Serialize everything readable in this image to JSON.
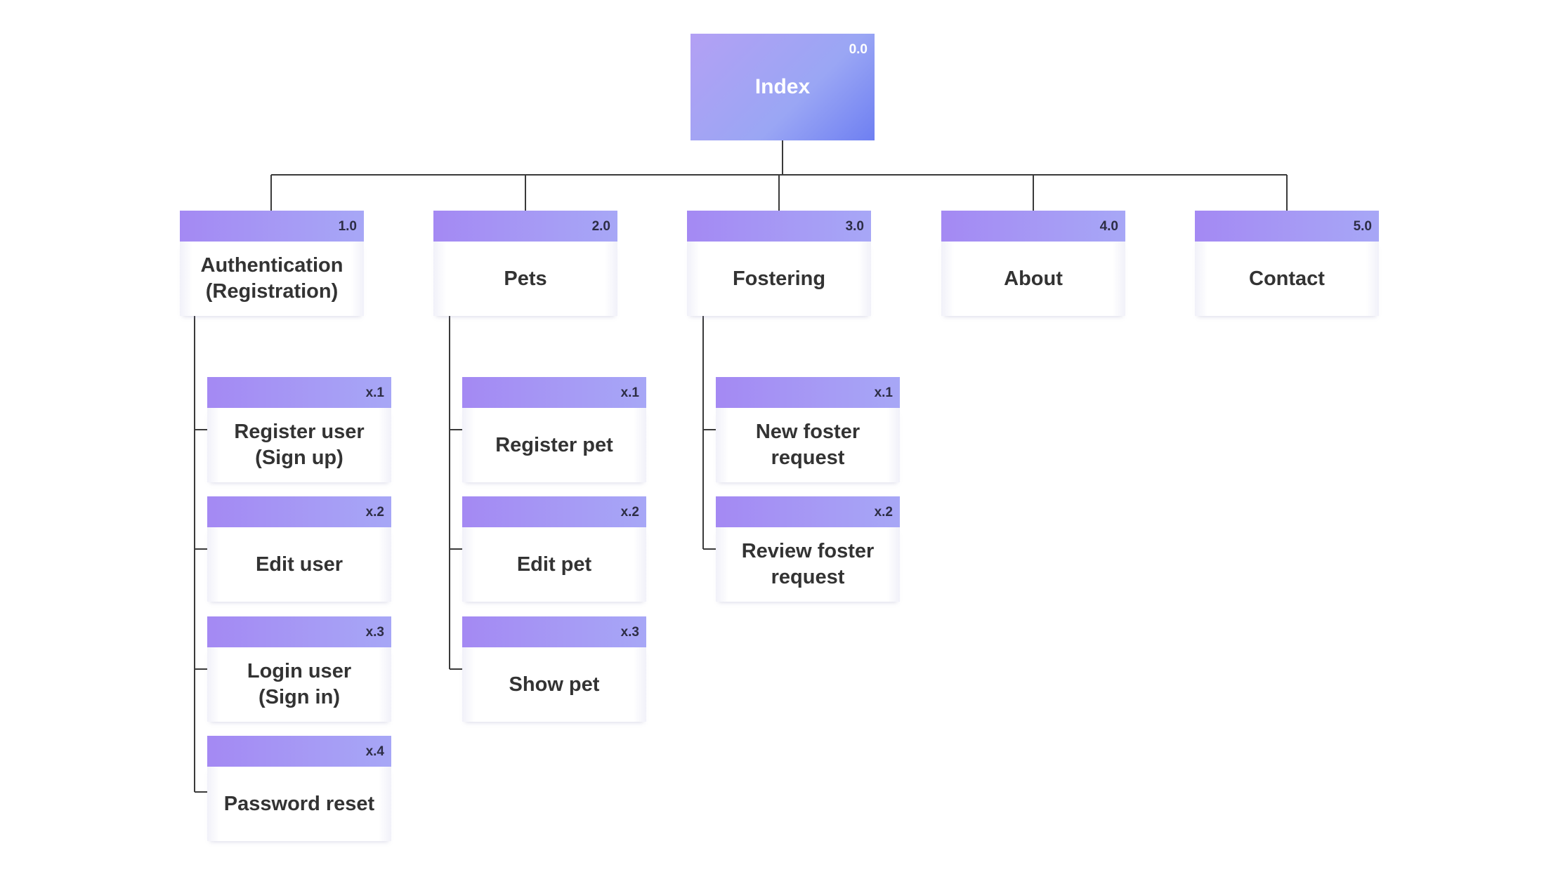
{
  "root": {
    "num": "0.0",
    "label": "Index"
  },
  "sections": [
    {
      "num": "1.0",
      "label": "Authentication\n(Registration)",
      "children": [
        {
          "num": "x.1",
          "label": "Register user\n(Sign up)"
        },
        {
          "num": "x.2",
          "label": "Edit user"
        },
        {
          "num": "x.3",
          "label": "Login user\n(Sign in)"
        },
        {
          "num": "x.4",
          "label": "Password reset"
        }
      ]
    },
    {
      "num": "2.0",
      "label": "Pets",
      "children": [
        {
          "num": "x.1",
          "label": "Register pet"
        },
        {
          "num": "x.2",
          "label": "Edit pet"
        },
        {
          "num": "x.3",
          "label": "Show pet"
        }
      ]
    },
    {
      "num": "3.0",
      "label": "Fostering",
      "children": [
        {
          "num": "x.1",
          "label": "New foster\nrequest"
        },
        {
          "num": "x.2",
          "label": "Review foster\nrequest"
        }
      ]
    },
    {
      "num": "4.0",
      "label": "About",
      "children": []
    },
    {
      "num": "5.0",
      "label": "Contact",
      "children": []
    }
  ],
  "colors": {
    "bar_start": "#a489f3",
    "bar_end": "#a7a7f6",
    "root_accent": "#6e7ff2",
    "line": "#3a3a3a",
    "text": "#333333"
  }
}
